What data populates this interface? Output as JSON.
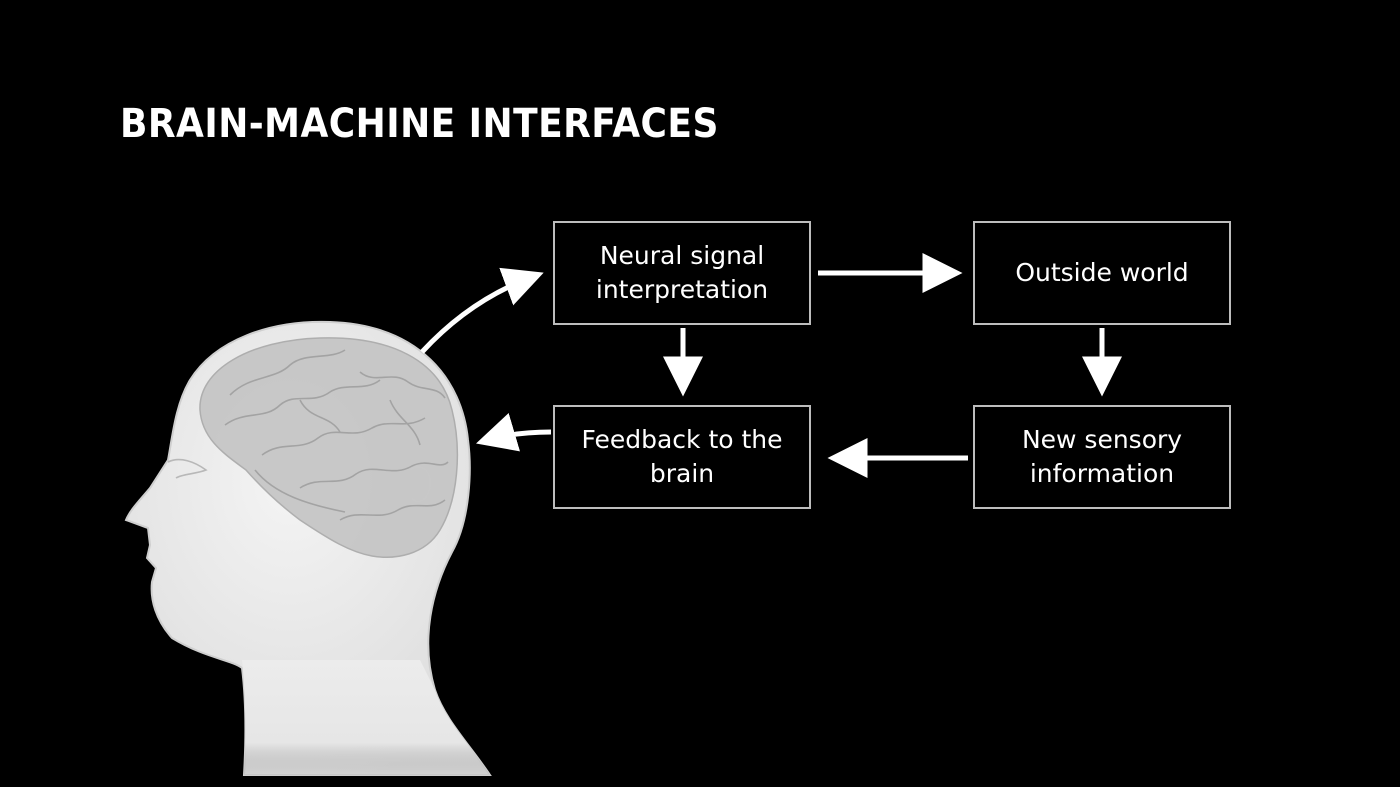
{
  "title": "BRAIN-MACHINE INTERFACES",
  "colors": {
    "background": "#000000",
    "text": "#ffffff",
    "box_border": "#bdbdbd",
    "arrow": "#ffffff",
    "head_fill": "#ececec",
    "brain_fill": "#bcbcbc"
  },
  "diagram": {
    "nodes": {
      "neural": "Neural signal interpretation",
      "world": "Outside world",
      "feedback": "Feedback to the brain",
      "sensory": "New sensory information"
    },
    "edges": [
      {
        "from": "brain",
        "to": "neural"
      },
      {
        "from": "neural",
        "to": "world"
      },
      {
        "from": "neural",
        "to": "feedback"
      },
      {
        "from": "world",
        "to": "sensory"
      },
      {
        "from": "sensory",
        "to": "feedback"
      },
      {
        "from": "feedback",
        "to": "brain"
      }
    ]
  },
  "illustration": {
    "icon": "human-head-with-brain-icon"
  }
}
